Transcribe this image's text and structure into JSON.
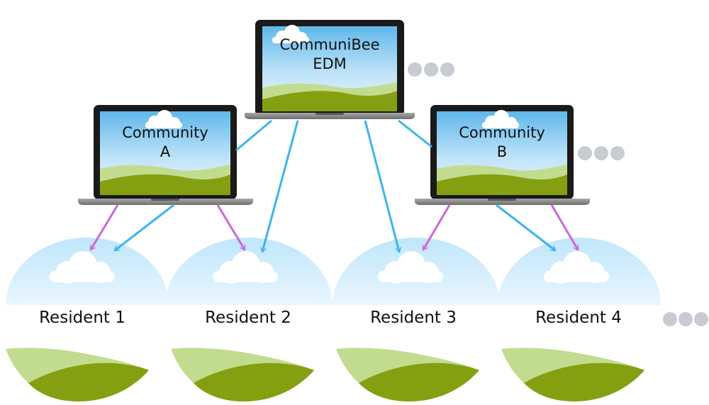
{
  "laptops": {
    "edm": {
      "line1": "CommuniBee",
      "line2": "EDM"
    },
    "community_a": {
      "line1": "Community",
      "line2": "A"
    },
    "community_b": {
      "line1": "Community",
      "line2": "B"
    }
  },
  "residents": [
    {
      "label": "Resident 1"
    },
    {
      "label": "Resident 2"
    },
    {
      "label": "Resident 3"
    },
    {
      "label": "Resident 4"
    }
  ],
  "colors": {
    "edm_arrow": "#3db4ee",
    "community_arrow": "#cc66dd",
    "sky_light": "#e8f6ff",
    "sky_mid": "#bfe6fb",
    "hill_light": "#c2dc8f",
    "hill_dark": "#84a010",
    "bezel": "#1a1a1a",
    "base": "#8f8f8f",
    "dots": "#c8ccd2"
  },
  "icons": [
    "laptop-icon",
    "cloud-icon",
    "hill-icon",
    "ellipsis-icon",
    "arrow-icon"
  ]
}
